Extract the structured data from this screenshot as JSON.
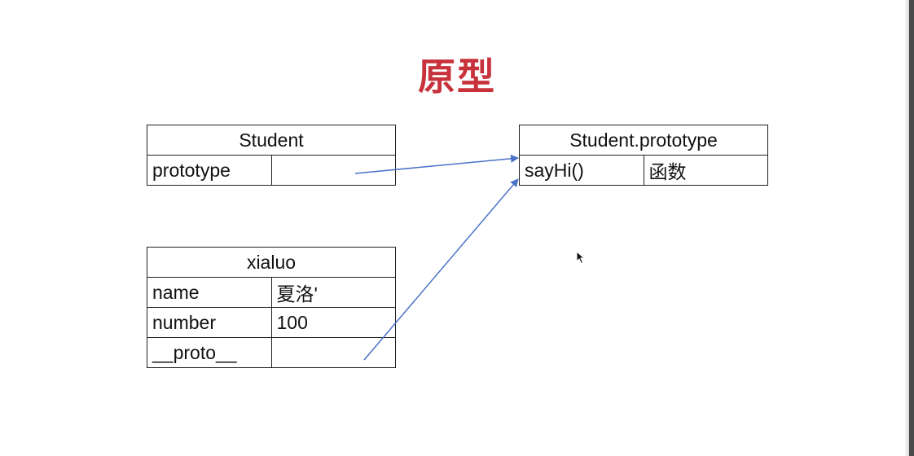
{
  "title": "原型",
  "objects": {
    "student": {
      "name": "Student",
      "rows": [
        {
          "key": "prototype",
          "value": ""
        }
      ]
    },
    "student_prototype": {
      "name": "Student.prototype",
      "rows": [
        {
          "key": "sayHi()",
          "value": "函数"
        }
      ]
    },
    "xialuo": {
      "name": "xialuo",
      "rows": [
        {
          "key": "name",
          "value": "夏洛'"
        },
        {
          "key": "number",
          "value": "100"
        },
        {
          "key": "__proto__",
          "value": ""
        }
      ]
    }
  },
  "colors": {
    "title": "#c8323c",
    "arrow": "#4a72c9",
    "border": "#222222"
  },
  "icons": {
    "cursor": "mouse-pointer-icon"
  }
}
